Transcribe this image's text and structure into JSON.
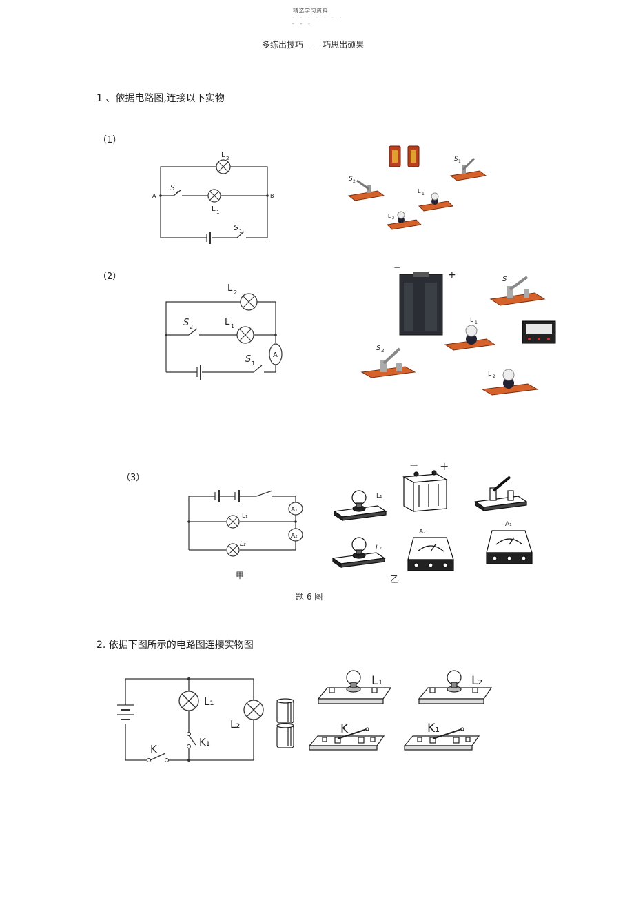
{
  "header": {
    "caption": "精选学习资料",
    "dashes_1": "- - - - - - -",
    "dashes_2": "- - -",
    "motto": "多练出技巧 - - - 巧思出硕果"
  },
  "question1": {
    "title": "1 、依据电路图,连接以下实物",
    "part1": {
      "label": "（1）",
      "labels": {
        "L1": "L",
        "L1_sub": "1",
        "L2": "L",
        "L2_sub": "2",
        "S1": "S",
        "S1_sub": "1",
        "S2": "S",
        "S2_sub": "2",
        "A": "A",
        "B": "B"
      }
    },
    "part2": {
      "label": "（2）",
      "labels": {
        "L1": "L",
        "L1_sub": "1",
        "L2": "L",
        "L2_sub": "2",
        "S1": "S",
        "S1_sub": "1",
        "S2": "S",
        "S2_sub": "2",
        "ammeter": "A",
        "minus": "−",
        "plus": "+"
      }
    },
    "part3": {
      "label": "（3）",
      "labels": {
        "L1": "L₁",
        "L2": "L₂",
        "A1": "A₁",
        "A2": "A₂",
        "minus": "−",
        "plus": "+"
      },
      "caption_jia": "甲",
      "caption_yi": "乙",
      "figure_caption": "题 6 图"
    }
  },
  "question2": {
    "title": "2. 依据下图所示的电路图连接实物图",
    "labels": {
      "L1": "L₁",
      "L2": "L₂",
      "K": "K",
      "K1": "K₁"
    }
  }
}
